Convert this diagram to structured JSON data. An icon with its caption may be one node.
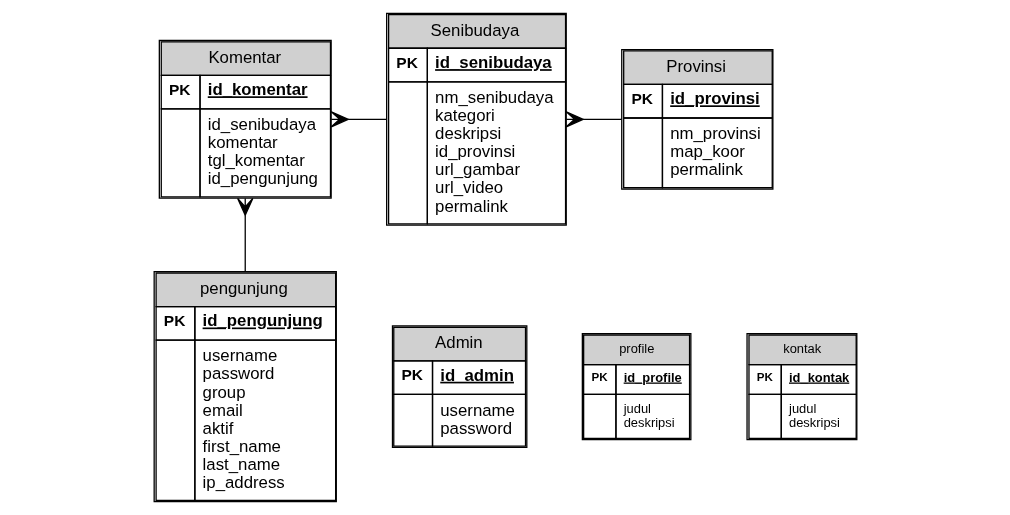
{
  "diagram": {
    "nodes": [
      {
        "text": [
          "Komentar",
          "PK",
          "id_komentar",
          "id_senibudaya",
          "komentar",
          "tgl_komentar",
          "id_pengunjung"
        ]
      },
      {
        "text": [
          "Senibudaya",
          "PK",
          "id_senibudaya",
          "nm_senibudaya",
          "kategori",
          "deskripsi",
          "id_provinsi",
          "url_gambar",
          "url_video",
          "permalink"
        ]
      },
      {
        "text": [
          "Provinsi",
          "PK",
          "id_provinsi",
          "nm_provinsi",
          "map_koor",
          "permalink"
        ]
      },
      {
        "text": [
          "pengunjung",
          "PK",
          "id_pengunjung",
          "username",
          "password",
          "group",
          "email",
          "aktif",
          "first_name",
          "last_name",
          "ip_address"
        ]
      },
      {
        "text": [
          "Admin",
          "PK",
          "id_admin",
          "username",
          "password"
        ]
      },
      {
        "text": [
          "profile",
          "PK",
          "id_profile",
          "judul",
          "deskripsi"
        ]
      },
      {
        "text": [
          "kontak",
          "PK",
          "id_kontak",
          "judul",
          "deskripsi"
        ]
      }
    ],
    "edges": [
      {
        "from": 0,
        "to": 1,
        "arrow": "other"
      },
      {
        "from": 1,
        "to": 2,
        "arrow": "other"
      },
      {
        "from": 0,
        "to": 3,
        "arrow": "other"
      }
    ]
  }
}
